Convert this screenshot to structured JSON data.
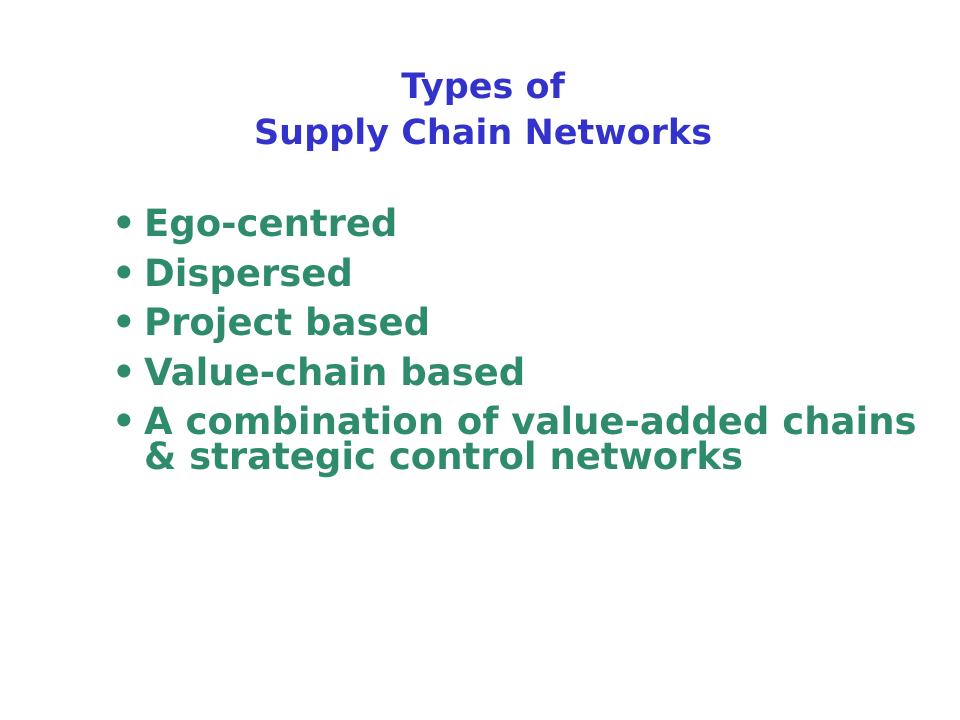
{
  "slide": {
    "title_line1": "Types of",
    "title_line2": "Supply Chain Networks",
    "bullet_symbol": "•",
    "bullets": [
      "Ego-centred",
      "Dispersed",
      "Project based",
      "Value-chain based",
      "A combination of value-added chains & strategic control networks"
    ]
  },
  "colors": {
    "title": "#3333cc",
    "bullets": "#2e8b6c",
    "background": "#ffffff"
  }
}
